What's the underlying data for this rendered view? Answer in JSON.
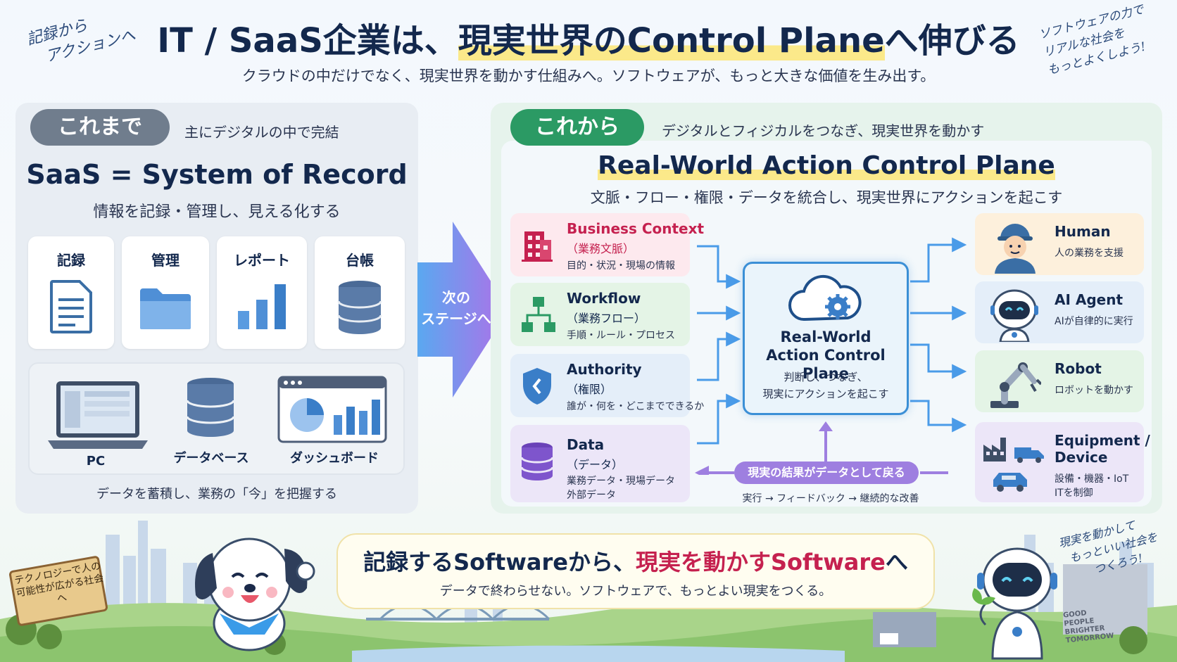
{
  "header": {
    "title_part1": "IT / SaaS企業は、",
    "title_part2": "現実世界のControl Plane",
    "title_part3": "へ伸びる",
    "subtitle": "クラウドの中だけでなく、現実世界を動かす仕組みへ。ソフトウェアが、もっと大きな価値を生み出す。",
    "hand_note_left": [
      "記録から",
      "アクションへ"
    ],
    "hand_note_right": [
      "ソフトウェアの力で",
      "リアルな社会を",
      "もっとよくしよう!"
    ]
  },
  "left": {
    "pill": "これまで",
    "pill_note": "主にデジタルの中で完結",
    "heading": "SaaS = System of Record",
    "subheading": "情報を記録・管理し、見える化する",
    "cards": [
      {
        "label": "記録",
        "icon": "document-icon"
      },
      {
        "label": "管理",
        "icon": "folder-icon"
      },
      {
        "label": "レポート",
        "icon": "bar-chart-icon"
      },
      {
        "label": "台帳",
        "icon": "database-icon"
      }
    ],
    "tools": [
      {
        "label": "PC",
        "icon": "laptop-icon"
      },
      {
        "label": "データベース",
        "icon": "database-icon"
      },
      {
        "label": "ダッシュボード",
        "icon": "dashboard-icon"
      }
    ],
    "footer": "データを蓄積し、業務の「今」を把握する"
  },
  "transition": {
    "label_line1": "次の",
    "label_line2": "ステージへ"
  },
  "right": {
    "pill": "これから",
    "pill_note": "デジタルとフィジカルをつなぎ、現実世界を動かす",
    "heading": "Real-World Action Control Plane",
    "subheading": "文脈・フロー・権限・データを統合し、現実世界にアクションを起こす",
    "inputs": [
      {
        "title": "Business Context",
        "sub": "（業務文脈）",
        "desc": "目的・状況・現場の情報",
        "icon": "building-icon",
        "color": "#c5214f",
        "bg": "#fde9ee"
      },
      {
        "title": "Workflow",
        "sub": "（業務フロー）",
        "desc": "手順・ルール・プロセス",
        "icon": "flow-icon",
        "color": "#13284d",
        "bg": "#e4f4e6"
      },
      {
        "title": "Authority",
        "sub": "（権限）",
        "desc": "誰が・何を・どこまでできるか",
        "icon": "shield-icon",
        "color": "#13284d",
        "bg": "#e4eef9"
      },
      {
        "title": "Data",
        "sub": "（データ）",
        "desc_line1": "業務データ・現場データ",
        "desc_line2": "外部データ",
        "icon": "database-icon",
        "color": "#13284d",
        "bg": "#ece6f8"
      }
    ],
    "center": {
      "title_line1": "Real-World",
      "title_line2": "Action Control Plane",
      "desc_line1": "判断し、つなぎ、",
      "desc_line2": "現実にアクションを起こす"
    },
    "outputs": [
      {
        "title": "Human",
        "sub": "人の業務を支援",
        "icon": "worker-icon",
        "bg": "#fdf0dc"
      },
      {
        "title": "AI Agent",
        "sub": "AIが自律的に実行",
        "icon": "robot-icon",
        "bg": "#e4eef9"
      },
      {
        "title": "Robot",
        "sub": "ロボットを動かす",
        "icon": "robot-arm-icon",
        "bg": "#e4f4e6"
      },
      {
        "title_line1": "Equipment /",
        "title_line2": "Device",
        "sub_line1": "設備・機器・IoT",
        "sub_line2": "ITを制御",
        "icon": "factory-icon",
        "bg": "#ece6f8"
      }
    ],
    "feedback": "現実の結果がデータとして戻る",
    "feedback_note": "実行 → フィードバック → 継続的な改善"
  },
  "bottom": {
    "main_part1": "記録するSoftwareから、",
    "main_part2": "現実を動かすSoftware",
    "main_part3": "へ",
    "sub": "データで終わらせない。ソフトウェアで、もっとよい現実をつくる。",
    "sign_text": "テクノロジーで人の可能性が広がる社会へ",
    "hand_note": [
      "現実を動かして",
      "もっといい社会を",
      "つくろう!"
    ],
    "wall_text": [
      "GOOD",
      "PEOPLE",
      "BRIGHTER",
      "TOMORROW"
    ]
  }
}
